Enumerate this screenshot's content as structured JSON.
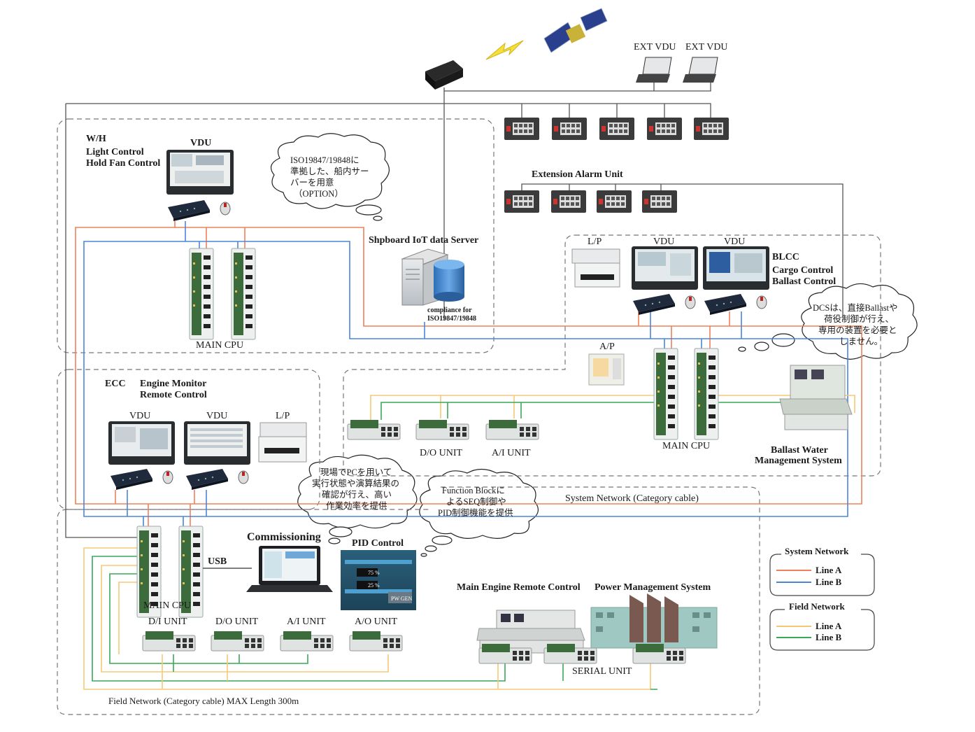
{
  "colors": {
    "system_line_a": "#f0805a",
    "system_line_b": "#4a86d8",
    "field_line_a": "#f5c878",
    "field_line_b": "#3aa858",
    "trunk": "#555555",
    "dashed_border": "#777777"
  },
  "top": {
    "ext_vdu_1": "EXT VDU",
    "ext_vdu_2": "EXT VDU"
  },
  "wh": {
    "title": "W/H",
    "line1": "Light Control",
    "line2": "Hold Fan Control",
    "vdu": "VDU",
    "main_cpu": "MAIN CPU",
    "bubble": [
      "ISO19847/19848に",
      "準拠した、船内サー",
      "バーを用意",
      "（OPTION）"
    ]
  },
  "server": {
    "title": "Shpboard IoT data Server",
    "note1": "compliance for",
    "note2": "ISO19847/19848"
  },
  "alarm": {
    "title": "Extension Alarm Unit"
  },
  "blcc": {
    "lp": "L/P",
    "vdu1": "VDU",
    "vdu2": "VDU",
    "title": "BLCC",
    "line1": "Cargo Control",
    "line2": "Ballast Control",
    "ap": "A/P",
    "main_cpu": "MAIN CPU",
    "do_unit": "D/O UNIT",
    "ai_unit": "A/I UNIT",
    "bwms1": "Ballast Water",
    "bwms2": "Management System",
    "bubble": [
      "DCSは、直接Ballastや",
      "荷役制御が行え、",
      "専用の装置を必要と",
      "しません。"
    ]
  },
  "ecc": {
    "title": "ECC",
    "line1": "Engine Monitor",
    "line2": "Remote Control",
    "vdu1": "VDU",
    "vdu2": "VDU",
    "lp": "L/P",
    "bubble": [
      "現場でPCを用いて",
      "実行状態や演算結果の",
      "確認が行え、高い",
      "作業効率を提供"
    ]
  },
  "fb_bubble": [
    "Function Blockに",
    "よるSEQ制御や",
    "PID制御機能を提供"
  ],
  "system_network_label": "System Network (Category cable)",
  "field": {
    "commissioning": "Commissioning",
    "usb": "USB",
    "pid": "PID Control",
    "main_cpu": "MAIN CPU",
    "di_unit": "D/I UNIT",
    "do_unit": "D/O UNIT",
    "ai_unit": "A/I UNIT",
    "ao_unit": "A/O UNIT",
    "merc": "Main Engine Remote Control",
    "pms": "Power Management System",
    "serial": "SERIAL UNIT",
    "footer": "Field Network (Category cable)  MAX Length 300m",
    "pid_values": [
      "75 %",
      "25 %"
    ],
    "pid_button": "PW GEN"
  },
  "legend": {
    "system_title": "System Network",
    "system_a": "Line A",
    "system_b": "Line B",
    "field_title": "Field Network",
    "field_a": "Line A",
    "field_b": "Line B"
  }
}
